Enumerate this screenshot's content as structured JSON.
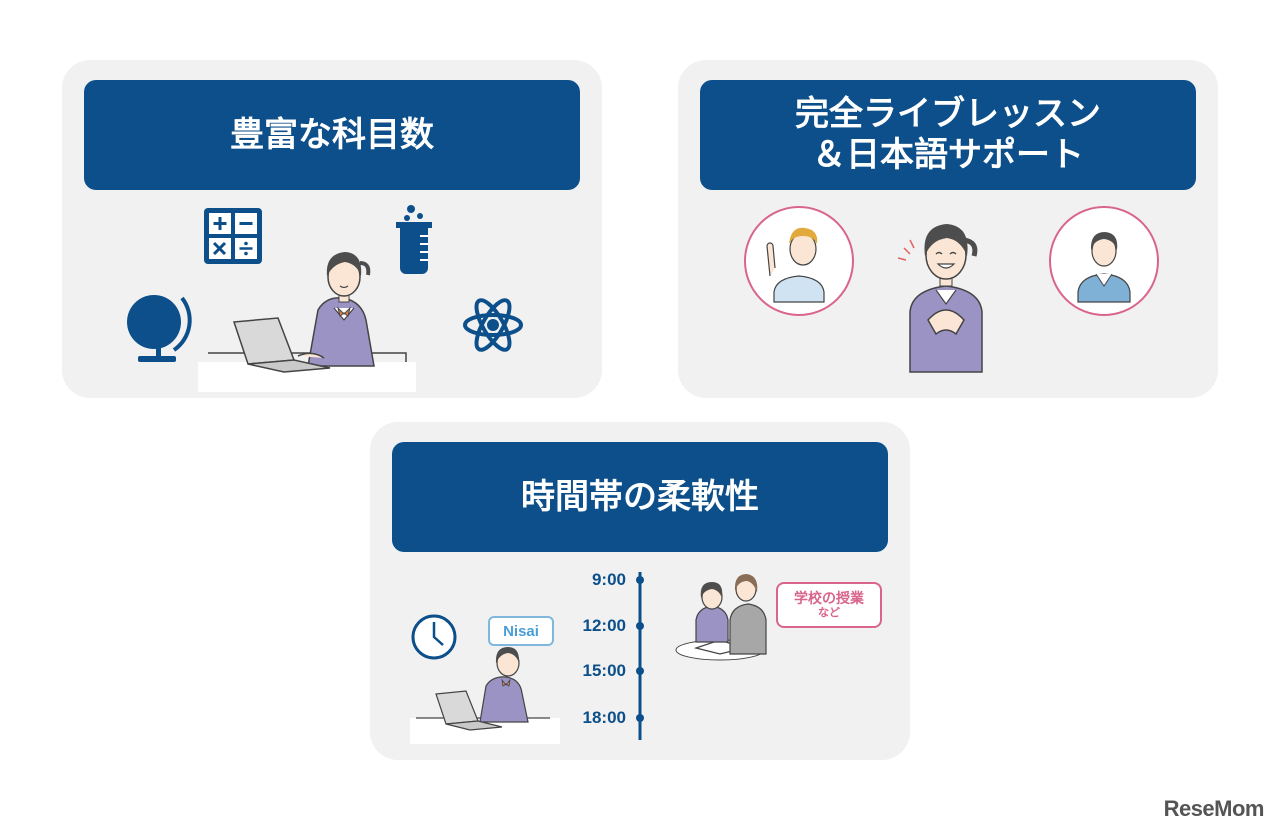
{
  "cards": {
    "subjects": {
      "title": "豊富な科目数"
    },
    "live": {
      "title_line1": "完全ライブレッスン",
      "title_line2": "＆日本語サポート"
    },
    "time": {
      "title": "時間帯の柔軟性"
    }
  },
  "timeline": {
    "times": [
      "9:00",
      "12:00",
      "15:00",
      "18:00"
    ],
    "badge": "Nisai",
    "school_tag": {
      "main": "学校の授業",
      "sub": "など"
    }
  },
  "watermark": "ReseMom",
  "colors": {
    "navy": "#0c4f8a",
    "card_bg": "#f1f1f1",
    "pink": "#d9648c",
    "uniform_purple": "#9a93c4",
    "light_blue": "#7fb8dd"
  },
  "icons": [
    "calculator-icon",
    "beaker-icon",
    "globe-icon",
    "atom-icon",
    "clock-icon"
  ]
}
